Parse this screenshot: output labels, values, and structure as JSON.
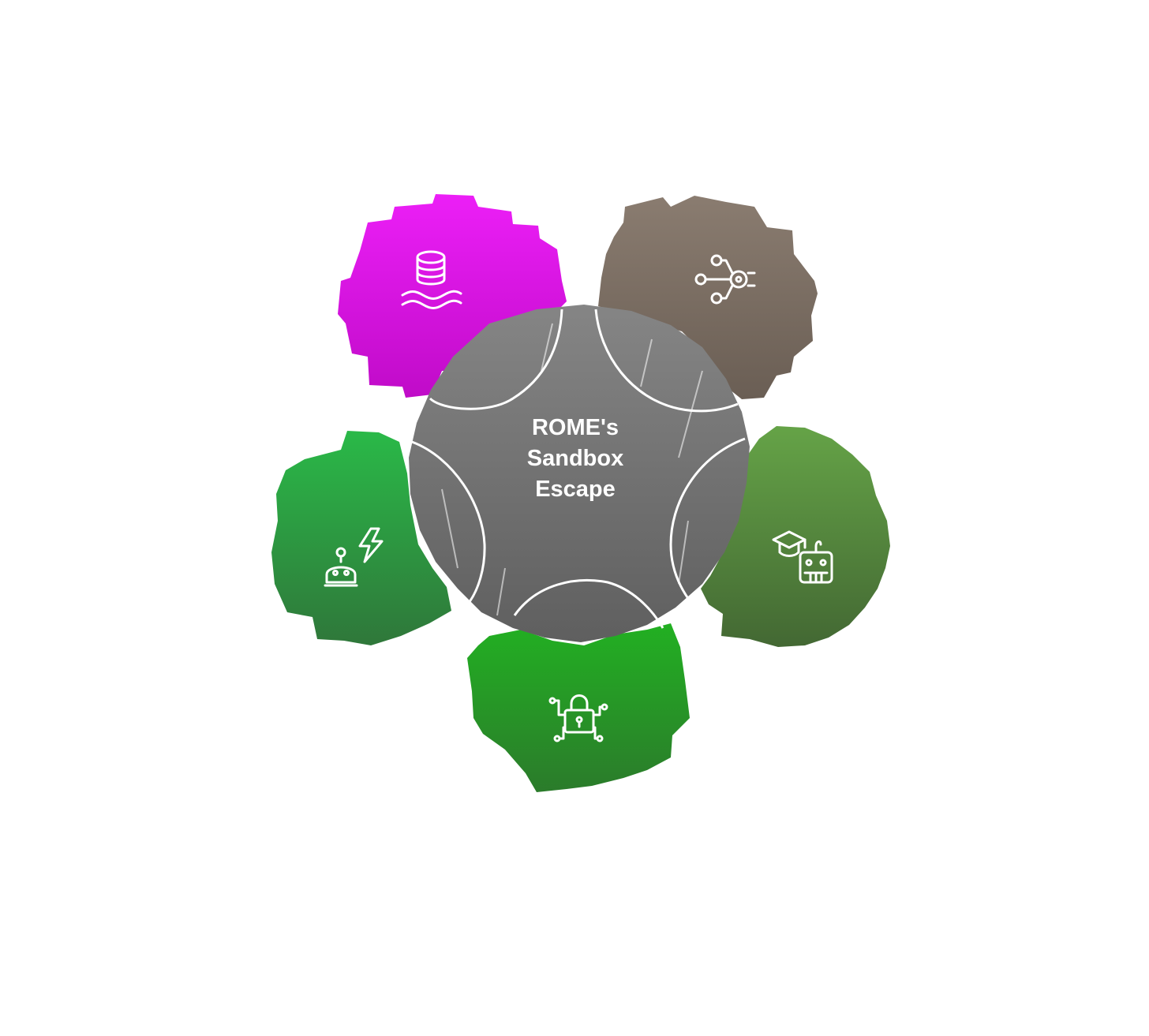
{
  "center": {
    "title_lines": [
      "ROME's",
      "Sandbox",
      "Escape"
    ],
    "color": "#6f6f6f"
  },
  "nodes": [
    {
      "id": "data-lake",
      "icon": "database-water-icon",
      "color_top": "#ea1cf5",
      "color_bottom": "#c10bc9"
    },
    {
      "id": "network",
      "icon": "network-nodes-icon",
      "color_top": "#8a7c70",
      "color_bottom": "#6b5f55"
    },
    {
      "id": "ai-learning",
      "icon": "graduation-robot-icon",
      "color_top": "#63a046",
      "color_bottom": "#466c35"
    },
    {
      "id": "security",
      "icon": "circuit-lock-icon",
      "color_top": "#24ae24",
      "color_bottom": "#2a7d2a"
    },
    {
      "id": "robot-power",
      "icon": "robot-lightning-icon",
      "color_top": "#2ab84a",
      "color_bottom": "#2f7a3a"
    }
  ]
}
